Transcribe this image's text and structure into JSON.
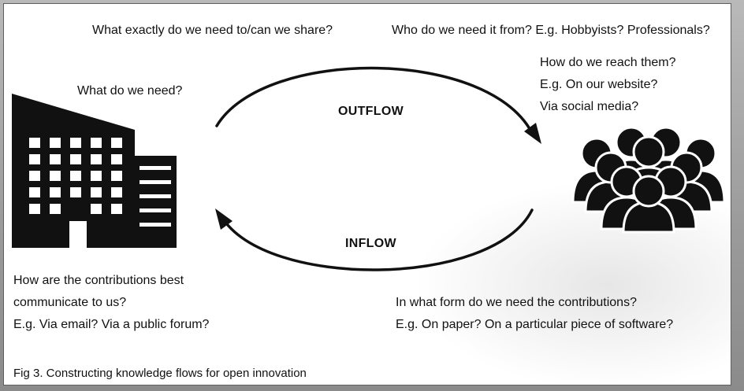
{
  "figure": {
    "questions": {
      "share": "What exactly do we need to/can we share?",
      "who": "Who do we need it from? E.g. Hobbyists? Professionals?",
      "need": "What do we need?",
      "reach": [
        "How do we reach them?",
        "E.g. On our website?",
        "Via social media?"
      ],
      "contributions": [
        "How are the contributions best",
        "communicate to us?",
        "E.g. Via email? Via a public forum?"
      ],
      "form": [
        "In what form do we need the contributions?",
        "E.g. On paper? On a particular piece of software?"
      ]
    },
    "outflow_label": "OUTFLOW",
    "inflow_label": "INFLOW",
    "caption": "Fig 3. Constructing knowledge flows for open innovation",
    "icons": {
      "organisation": "building-icon",
      "community": "crowd-icon"
    },
    "colors": {
      "ink": "#111111",
      "paper": "#ffffff"
    }
  }
}
